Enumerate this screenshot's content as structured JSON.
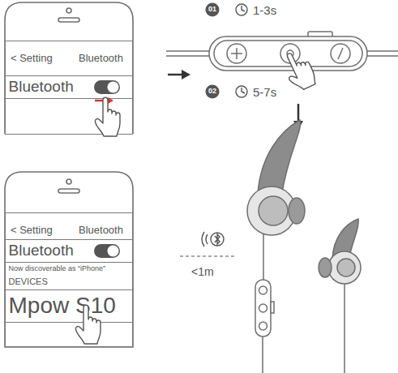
{
  "diagram": {
    "nodes": [
      {
        "text": [
          "< Setting",
          "Bluetooth"
        ]
      },
      {
        "text": [
          "Bluetooth"
        ],
        "in": 0
      },
      {
        "text": [
          "< Setting",
          "Bluetooth"
        ]
      },
      {
        "text": [
          "Bluetooth"
        ],
        "in": 2
      },
      {
        "text": [
          "Now discoverable as “iPhone”",
          "DEVICES"
        ],
        "in": 2
      },
      {
        "text": [
          "Mpow S10"
        ],
        "in": 2
      }
    ],
    "labels": [
      "01",
      "1-3s",
      "02",
      "5-7s",
      "<1m"
    ]
  }
}
